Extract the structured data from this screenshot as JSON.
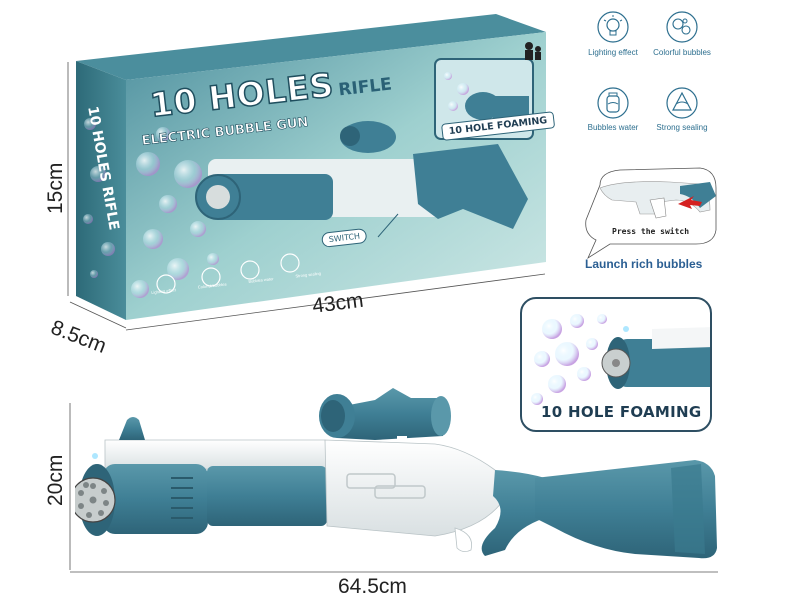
{
  "box": {
    "title_main": "10 HOLES",
    "title_suffix": "RIFLE",
    "subtitle": "ELECTRIC BUBBLE GUN",
    "badge": "10 HOLE FOAMING",
    "switch_label": "SWITCH",
    "side_text": "10 HOLES RIFLE",
    "bottom_icons": [
      "Lighting effect",
      "Colorful bubbles",
      "Bubbles water",
      "Strong sealing"
    ]
  },
  "dimensions": {
    "box_height": "15cm",
    "box_depth": "8.5cm",
    "box_width": "43cm",
    "gun_height": "20cm",
    "gun_length": "64.5cm"
  },
  "features": [
    {
      "label": "Lighting effect",
      "icon": "bulb-icon"
    },
    {
      "label": "Colorful bubbles",
      "icon": "bubbles-icon"
    },
    {
      "label": "Bubbles water",
      "icon": "bottle-icon"
    },
    {
      "label": "Strong sealing",
      "icon": "seal-icon"
    }
  ],
  "callout": {
    "press_text": "Press the switch",
    "caption": "Launch rich bubbles"
  },
  "foam_callout": {
    "label": "10 HOLE FOAMING"
  },
  "colors": {
    "teal": "#3f7f95",
    "teal_dark": "#2e6478",
    "white_part": "#f4f6f7",
    "box_bg": "#7fc2c5",
    "accent_red": "#d42020"
  }
}
